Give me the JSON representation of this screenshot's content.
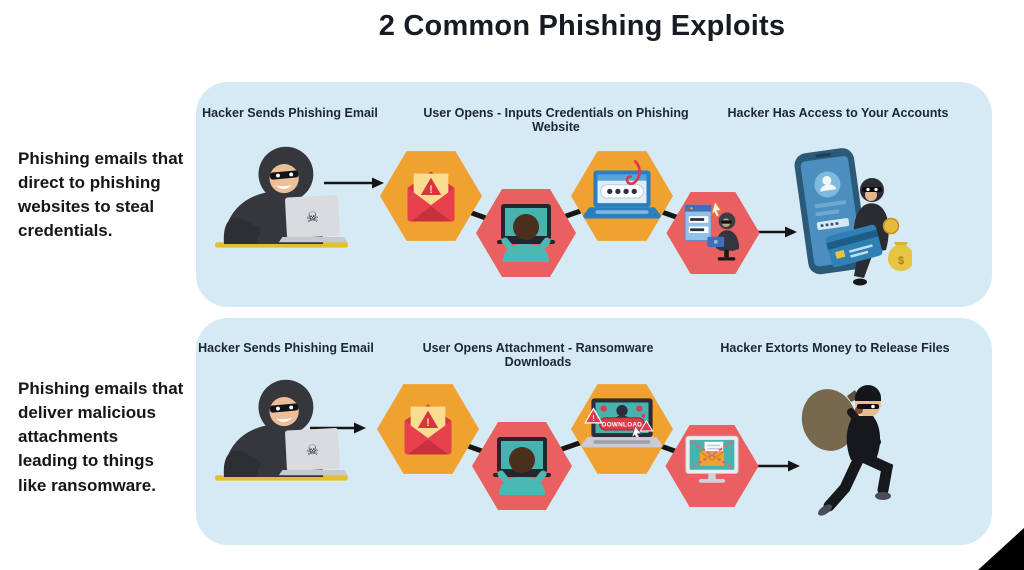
{
  "title": "2 Common Phishing Exploits",
  "sidebar": {
    "row1_description": "Phishing emails that\ndirect to phishing\nwebsites to steal\ncredentials.",
    "row2_description": "Phishing emails that\ndeliver malicious\nattachments\nleading to things\nlike ransomware."
  },
  "rows": [
    {
      "steps": [
        "Hacker Sends Phishing Email",
        "User Opens - Inputs Credentials on Phishing Website",
        "Hacker Has Access to Your Accounts"
      ]
    },
    {
      "steps": [
        "Hacker Sends Phishing Email",
        "User Opens Attachment - Ransomware Downloads",
        "Hacker Extorts Money to Release Files"
      ]
    }
  ],
  "icons": {
    "skull_glyph": "☠",
    "download_label": "DOWNLOAD",
    "warning_glyph": "!",
    "dollar_glyph": "$"
  },
  "colors": {
    "panel_bg": "#d6eaf6",
    "hex_orange": "#f0a230",
    "hex_red": "#ea5f5f",
    "envelope_red": "#e8414e",
    "note_yellow": "#f9dc8f",
    "screen_teal": "#48b2ae",
    "desk_yellow": "#e3bf2e",
    "text_dark": "#1c2733"
  }
}
